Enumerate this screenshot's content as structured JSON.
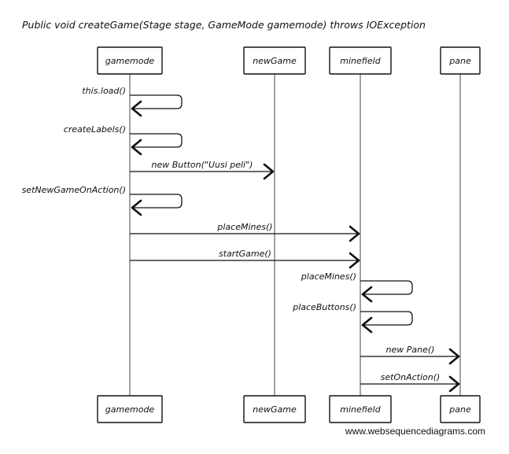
{
  "title": "Public void createGame(Stage stage, GameMode gamemode) throws IOException",
  "participants": [
    {
      "id": "gamemode",
      "label": "gamemode"
    },
    {
      "id": "newGame",
      "label": "newGame"
    },
    {
      "id": "minefield",
      "label": "minefield"
    },
    {
      "id": "pane",
      "label": "pane"
    }
  ],
  "messages": [
    {
      "from": "gamemode",
      "to": "gamemode",
      "label": "this.load()"
    },
    {
      "from": "gamemode",
      "to": "gamemode",
      "label": "createLabels()"
    },
    {
      "from": "gamemode",
      "to": "newGame",
      "label": "new Button(\"Uusi peli\")"
    },
    {
      "from": "gamemode",
      "to": "gamemode",
      "label": "setNewGameOnAction()"
    },
    {
      "from": "gamemode",
      "to": "minefield",
      "label": "placeMines()"
    },
    {
      "from": "gamemode",
      "to": "minefield",
      "label": "startGame()"
    },
    {
      "from": "minefield",
      "to": "minefield",
      "label": "placeMines()"
    },
    {
      "from": "minefield",
      "to": "minefield",
      "label": "placeButtons()"
    },
    {
      "from": "minefield",
      "to": "pane",
      "label": "new Pane()"
    },
    {
      "from": "minefield",
      "to": "pane",
      "label": "setOnAction()"
    }
  ],
  "watermark": "www.websequencediagrams.com"
}
